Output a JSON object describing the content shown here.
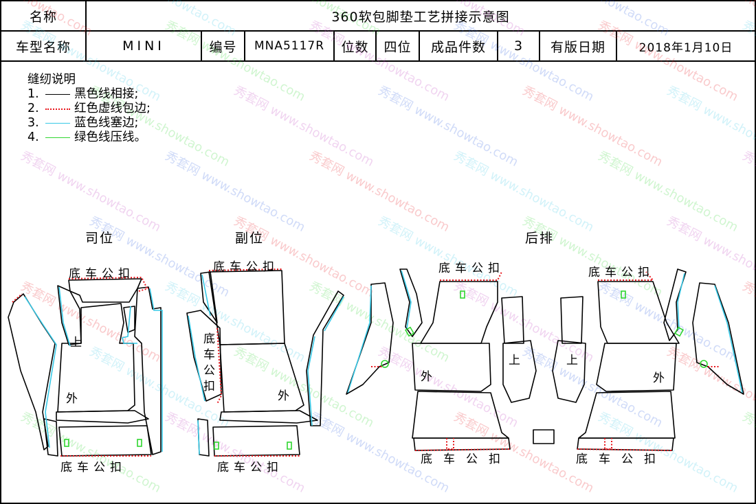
{
  "header": {
    "name_label": "名称",
    "title": "360软包脚垫工艺拼接示意图",
    "model_label": "车型名称",
    "model_value": "MINI",
    "code_label": "编号",
    "code_value": "MNA5117R",
    "position_label": "位数",
    "position_value": "四位",
    "count_label": "成品件数",
    "count_value": "3",
    "date_label": "有版日期",
    "date_value": "2018年1月10日"
  },
  "notes": {
    "title": "缝纫说明",
    "items": [
      {
        "num": "1.",
        "text": "黑色线相接;",
        "color": "#000000",
        "style": "solid"
      },
      {
        "num": "2.",
        "text": "红色虚线包边;",
        "color": "#e8141a",
        "style": "dotted"
      },
      {
        "num": "3.",
        "text": "蓝色线塞边;",
        "color": "#36c8e6",
        "style": "solid"
      },
      {
        "num": "4.",
        "text": "绿色线压线。",
        "color": "#2fd62f",
        "style": "solid"
      }
    ]
  },
  "sections": {
    "driver": "司位",
    "passenger": "副位",
    "rear": "后排"
  },
  "labels": {
    "bottom_clip": "底车公扣",
    "up": "上",
    "outside": "外"
  },
  "watermark": {
    "brand": "秀套网",
    "url": "www.showtao.com"
  },
  "colors": {
    "black_line": "#000000",
    "red_dotted": "#e8141a",
    "blue_line": "#36c8e6",
    "green_line": "#2fd62f"
  }
}
